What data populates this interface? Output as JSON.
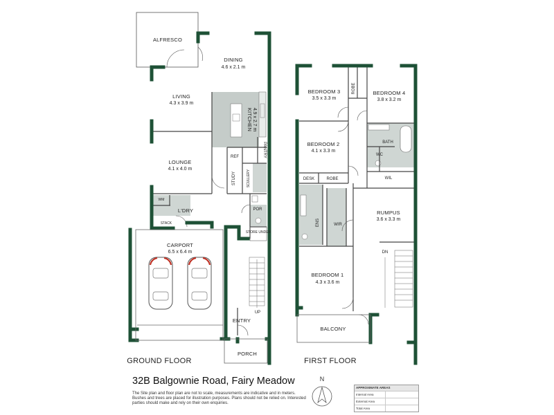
{
  "colors": {
    "wall": "#1e5136",
    "wet_area": "#cfd6d3",
    "kitchen": "#c5ccc9",
    "garage_car": "#bf3326",
    "line": "#444444"
  },
  "ground_floor": {
    "title": "GROUND FLOOR",
    "rooms": {
      "alfresco": {
        "name": "ALFRESCO"
      },
      "dining": {
        "name": "DINING",
        "dims": "4.6 x 2.1 m"
      },
      "living": {
        "name": "LIVING",
        "dims": "4.3 x 3.9 m"
      },
      "kitchen": {
        "name": "KITCHEN",
        "dims": "4.9 x 2.7 m"
      },
      "lounge": {
        "name": "LOUNGE",
        "dims": "4.1 x 4.0 m"
      },
      "ref": {
        "name": "REF"
      },
      "pantry": {
        "name": "PANTRY"
      },
      "study": {
        "name": "STUDY"
      },
      "scullery": {
        "name": "SCULLERY"
      },
      "wm": {
        "name": "WM"
      },
      "laundry": {
        "name": "L'DRY"
      },
      "stack": {
        "name": "STACK"
      },
      "por": {
        "name": "POR"
      },
      "store": {
        "name": "STORE UNDER"
      },
      "carport": {
        "name": "CARPORT",
        "dims": "6.5 x 6.4 m"
      },
      "entry": {
        "name": "ENTRY"
      },
      "up": {
        "name": "UP"
      },
      "porch": {
        "name": "PORCH"
      }
    }
  },
  "first_floor": {
    "title": "FIRST FLOOR",
    "rooms": {
      "bedroom3": {
        "name": "BEDROOM 3",
        "dims": "3.5 x 3.3 m"
      },
      "robe_top": {
        "name": "ROBE"
      },
      "bedroom4": {
        "name": "BEDROOM 4",
        "dims": "3.8 x 3.2 m"
      },
      "bedroom2": {
        "name": "BEDROOM 2",
        "dims": "4.1 x 3.3 m"
      },
      "bath": {
        "name": "BATH"
      },
      "wc": {
        "name": "WC"
      },
      "wil": {
        "name": "WIL"
      },
      "desk": {
        "name": "DESK"
      },
      "robe_mid": {
        "name": "ROBE"
      },
      "rumpus": {
        "name": "RUMPUS",
        "dims": "3.6 x 3.3 m"
      },
      "ens": {
        "name": "ENS"
      },
      "wir": {
        "name": "WIR"
      },
      "dn": {
        "name": "DN"
      },
      "bedroom1": {
        "name": "BEDROOM 1",
        "dims": "4.3 x 3.6 m"
      },
      "balcony": {
        "name": "BALCONY"
      }
    }
  },
  "address": "32B Balgownie Road, Fairy Meadow",
  "disclaimer": "The Site plan and floor plan are not to scale, measurements are indicative and in meters. Bushes and trees are placed for illustration purposes. Plans should not be relied on. Interested parties should make and rely on their own enquiries.",
  "compass": {
    "label": "N"
  },
  "areas_table": {
    "title": "APPROXIMATE AREAS",
    "rows": [
      {
        "name": "Internal Area",
        "value": ""
      },
      {
        "name": "External Area",
        "value": ""
      },
      {
        "name": "Total Area",
        "value": ""
      }
    ]
  }
}
